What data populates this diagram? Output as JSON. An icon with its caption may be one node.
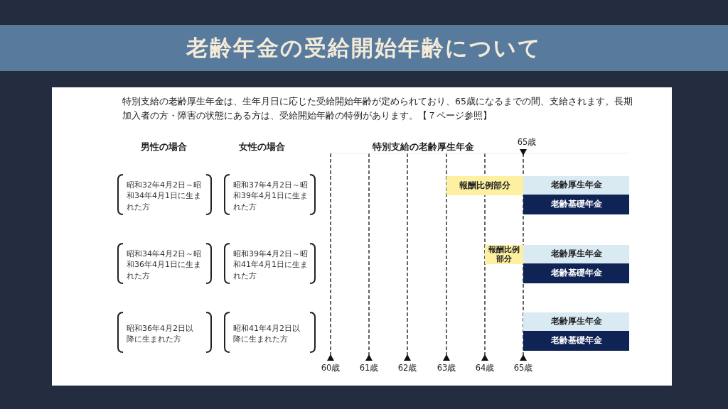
{
  "diagram": {
    "title": "老齢年金の受給開始年齢について",
    "nodes": [
      {
        "text": [
          "報酬比例部分"
        ]
      },
      {
        "text": [
          "老齢厚生年金"
        ]
      },
      {
        "text": [
          "老齢基礎年金"
        ]
      },
      {
        "text": [
          "報酬比例部分"
        ]
      },
      {
        "text": [
          "老齢厚生年金"
        ]
      },
      {
        "text": [
          "老齢基礎年金"
        ]
      },
      {
        "text": [
          "老齢厚生年金"
        ]
      },
      {
        "text": [
          "老齢基礎年金"
        ]
      }
    ],
    "labels": [
      "特別支給の老齢厚生年金は、生年月日に応じた受給開始年齢が定められており、65歳になるまでの間、支給されます。長期加入者の方・障害の状態にある方は、受給開始年齢の特例があります。【７ページ参照】",
      "男性の場合",
      "女性の場合",
      "特別支給の老齢厚生年金",
      "65歳",
      "昭和32年4月2日～昭和34年4月1日に生まれた方",
      "昭和37年4月2日～昭和39年4月1日に生まれた方",
      "昭和34年4月2日～昭和36年4月1日に生まれた方",
      "昭和39年4月2日～昭和41年4月1日に生まれた方",
      "昭和36年4月2日以降に生まれた方",
      "昭和41年4月2日以降に生まれた方",
      "60歳",
      "61歳",
      "62歳",
      "63歳",
      "64歳",
      "65歳"
    ]
  }
}
